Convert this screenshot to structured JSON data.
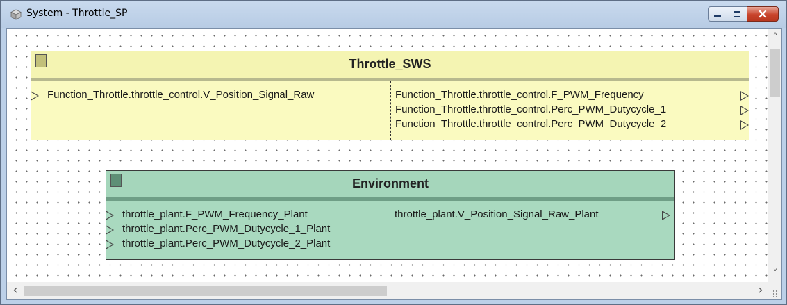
{
  "window": {
    "title": "System - Throttle_SP",
    "colors": {
      "frame": "#bcd0e8",
      "close_button": "#c8432b"
    }
  },
  "blocks": {
    "throttle_sws": {
      "title": "Throttle_SWS",
      "color": "#fafac0",
      "inputs": [
        "Function_Throttle.throttle_control.V_Position_Signal_Raw"
      ],
      "outputs": [
        "Function_Throttle.throttle_control.F_PWM_Frequency",
        "Function_Throttle.throttle_control.Perc_PWM_Dutycycle_1",
        "Function_Throttle.throttle_control.Perc_PWM_Dutycycle_2"
      ]
    },
    "environment": {
      "title": "Environment",
      "color": "#a9d9bf",
      "inputs": [
        "throttle_plant.F_PWM_Frequency_Plant",
        "throttle_plant.Perc_PWM_Dutycycle_1_Plant",
        "throttle_plant.Perc_PWM_Dutycycle_2_Plant"
      ],
      "outputs": [
        "throttle_plant.V_Position_Signal_Raw_Plant"
      ]
    }
  },
  "icons": {
    "app": "cube-icon",
    "minimize": "minimize-icon",
    "maximize": "maximize-icon",
    "close": "close-icon",
    "scroll_up": "chevron-up-icon",
    "scroll_down": "chevron-down-icon",
    "scroll_left": "chevron-left-icon",
    "scroll_right": "chevron-right-icon"
  },
  "glyphs": {
    "up": "˄",
    "down": "˅",
    "left": "‹",
    "right": "›"
  }
}
